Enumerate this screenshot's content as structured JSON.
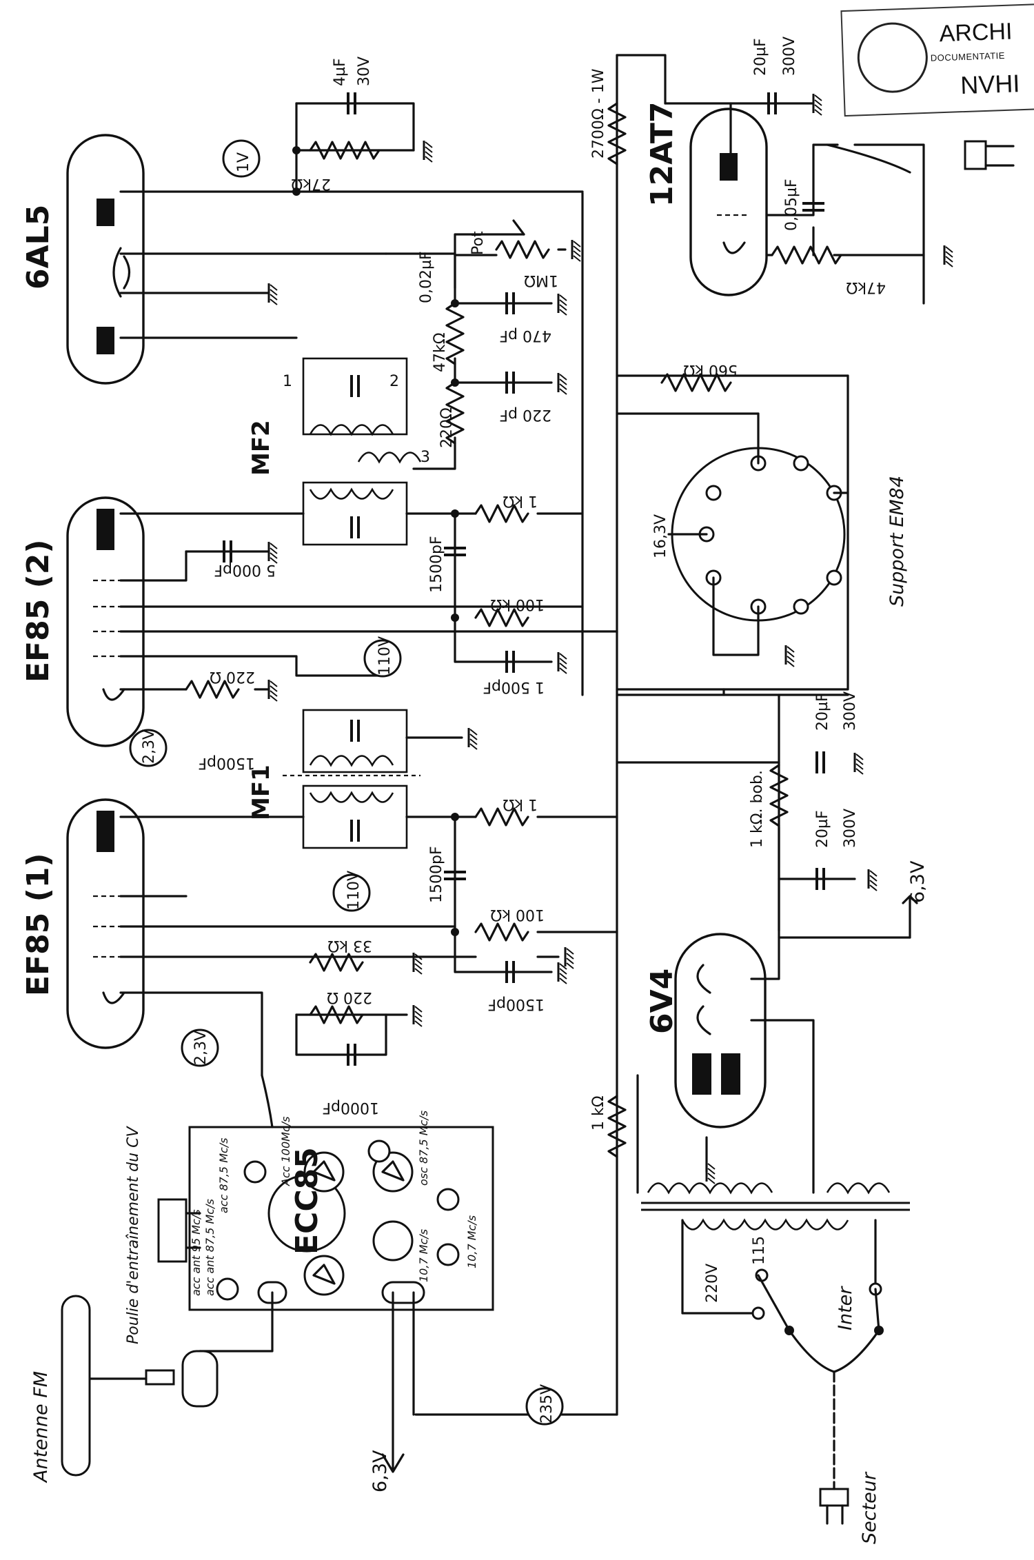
{
  "stamp": {
    "line1": "ARCHI",
    "line2": "DOCUMENTATIE",
    "line3": "NVHI"
  },
  "tubes": {
    "t6al5": "6AL5",
    "tef85_2": "EF85 (2)",
    "tef85_1": "EF85 (1)",
    "t12at7": "12AT7",
    "t6v4": "6V4",
    "tecc85": "ECC85"
  },
  "labels": {
    "mf2": "MF2",
    "mf1": "MF1",
    "support": "Support EM84",
    "antenne": "Antenne FM",
    "poulie": "Poulie d'entraînement du CV",
    "secteur": "Secteur",
    "inter": "Inter",
    "pot": "Pot",
    "v220": "220V",
    "v115": "115",
    "pin1": "1",
    "pin2": "2",
    "pin3": "3"
  },
  "voltages": {
    "v1": "1V",
    "v110a": "110V",
    "v110b": "110V",
    "v23a": "2,3V",
    "v23b": "2,3V",
    "v235": "235V",
    "v163": "16,3V",
    "v63a": "6,3V",
    "v63b": "6,3V"
  },
  "components": {
    "c4uf": "4µF",
    "c30v": "30V",
    "r27k": "27kΩ",
    "r2700": "2700Ω - 1W",
    "c20uf_a": "20µF",
    "c300v_a": "300V",
    "c005": "0,05µF",
    "r47k_a": "47kΩ",
    "c002": "0,02µF",
    "r1m": "1MΩ",
    "r47k_b": "47kΩ",
    "c470": "470 pF",
    "r220_a": "220Ω",
    "c220p": "220 pF",
    "r560k": "560 kΩ",
    "r1k_a": "1 kΩ",
    "c1500_a": "1500pF",
    "c5000": "5 000pF",
    "r100k_a": "100 kΩ",
    "c1500_b": "1 500pF",
    "r220_b": "220 Ω",
    "c1500_c": "1500pF",
    "c20uf_b": "20µF",
    "c300v_b": "300V",
    "r1k_b": "1 kΩ",
    "r1kbob": "1 kΩ. bob.",
    "c20uf_c": "20µF",
    "c300v_c": "300V",
    "c1500_d": "1500pF",
    "r100k_b": "100 kΩ",
    "r33k": "33 kΩ",
    "r220_c": "220 Ω",
    "c1500_e": "1500pF",
    "c1000": "1000pF",
    "r1k_c": "1 kΩ"
  },
  "tuner": {
    "acc100": "Acc 100Mc/s",
    "osc875": "osc 87,5 Mc/s",
    "if107": "10,7 Mc/s",
    "if107b": "10,7 Mc/s",
    "acc875": "acc 87,5 Mc/s",
    "accant": "acc ant 95 Mc/s",
    "accant2": "acc ant 87,5 Mc/s"
  }
}
